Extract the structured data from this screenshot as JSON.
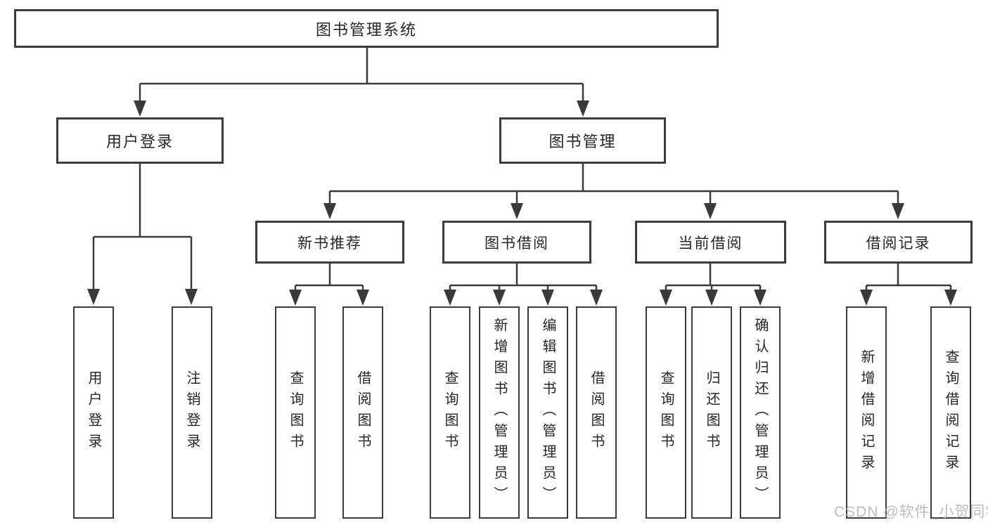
{
  "diagram": {
    "root": {
      "label": "图书管理系统"
    },
    "level2": [
      {
        "label": "用户登录"
      },
      {
        "label": "图书管理"
      }
    ],
    "level3": [
      {
        "label": "新书推荐"
      },
      {
        "label": "图书借阅"
      },
      {
        "label": "当前借阅"
      },
      {
        "label": "借阅记录"
      }
    ],
    "leaves": [
      {
        "label": "用户登录"
      },
      {
        "label": "注销登录"
      },
      {
        "label": "查询图书"
      },
      {
        "label": "借阅图书"
      },
      {
        "label": "查询图书"
      },
      {
        "label": "新增图书（管理员）"
      },
      {
        "label": "编辑图书（管理员）"
      },
      {
        "label": "借阅图书"
      },
      {
        "label": "查询图书"
      },
      {
        "label": "归还图书"
      },
      {
        "label": "确认归还（管理员）"
      },
      {
        "label": "新增借阅记录"
      },
      {
        "label": "查询借阅记录"
      }
    ]
  },
  "watermark": {
    "text": "CSDN @软件_小贺同学"
  },
  "colors": {
    "line": "#3a3a3a",
    "border": "#3c3c3c",
    "text": "#262626",
    "watermark": "#b8b8b8",
    "background": "#ffffff"
  }
}
